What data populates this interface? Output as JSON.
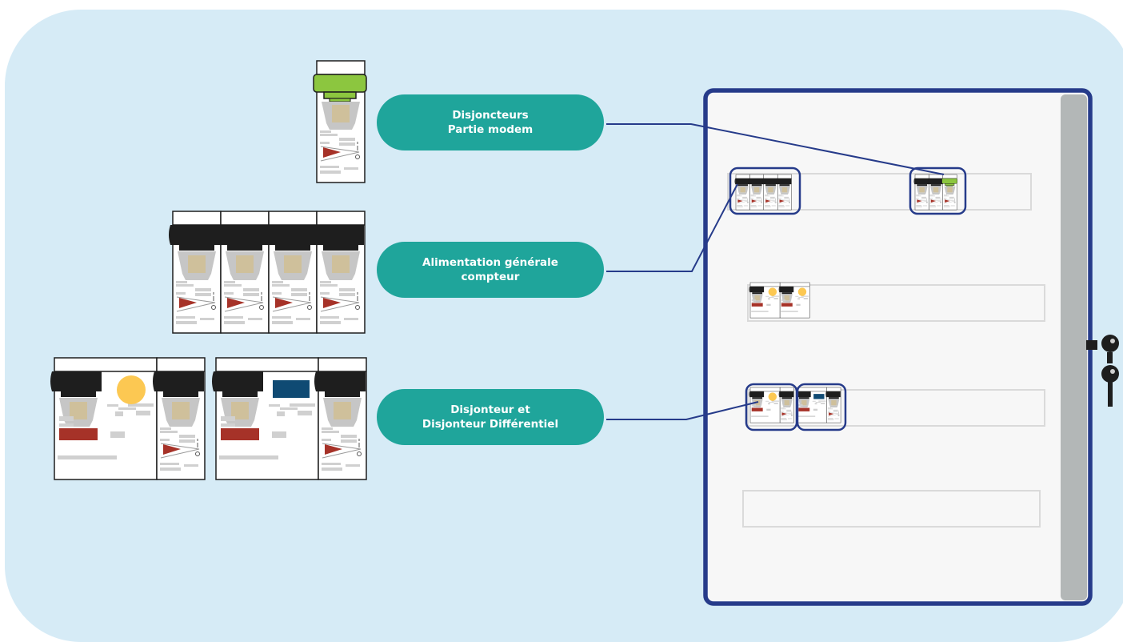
{
  "labels": [
    {
      "line1": "Disjoncteurs",
      "line2": "Partie modem"
    },
    {
      "line1": "Alimentation générale",
      "line2": "compteur"
    },
    {
      "line1": "Disjonteur et",
      "line2": "Disjonteur Différentiel"
    }
  ],
  "colors": {
    "background": "#d6ebf6",
    "label_pill": "#1fa59b",
    "panel_border": "#263b8a",
    "connector": "#263b8a",
    "breaker_black": "#1e1e1e",
    "modem_green": "#8cc63f",
    "indicator_yellow": "#fcc852",
    "indicator_blue": "#0f4a73",
    "label_red": "#a63228",
    "handle_tan": "#cfc09b"
  },
  "icons": [
    "breaker-module-icon",
    "differential-module-icon",
    "door-key-icon"
  ]
}
